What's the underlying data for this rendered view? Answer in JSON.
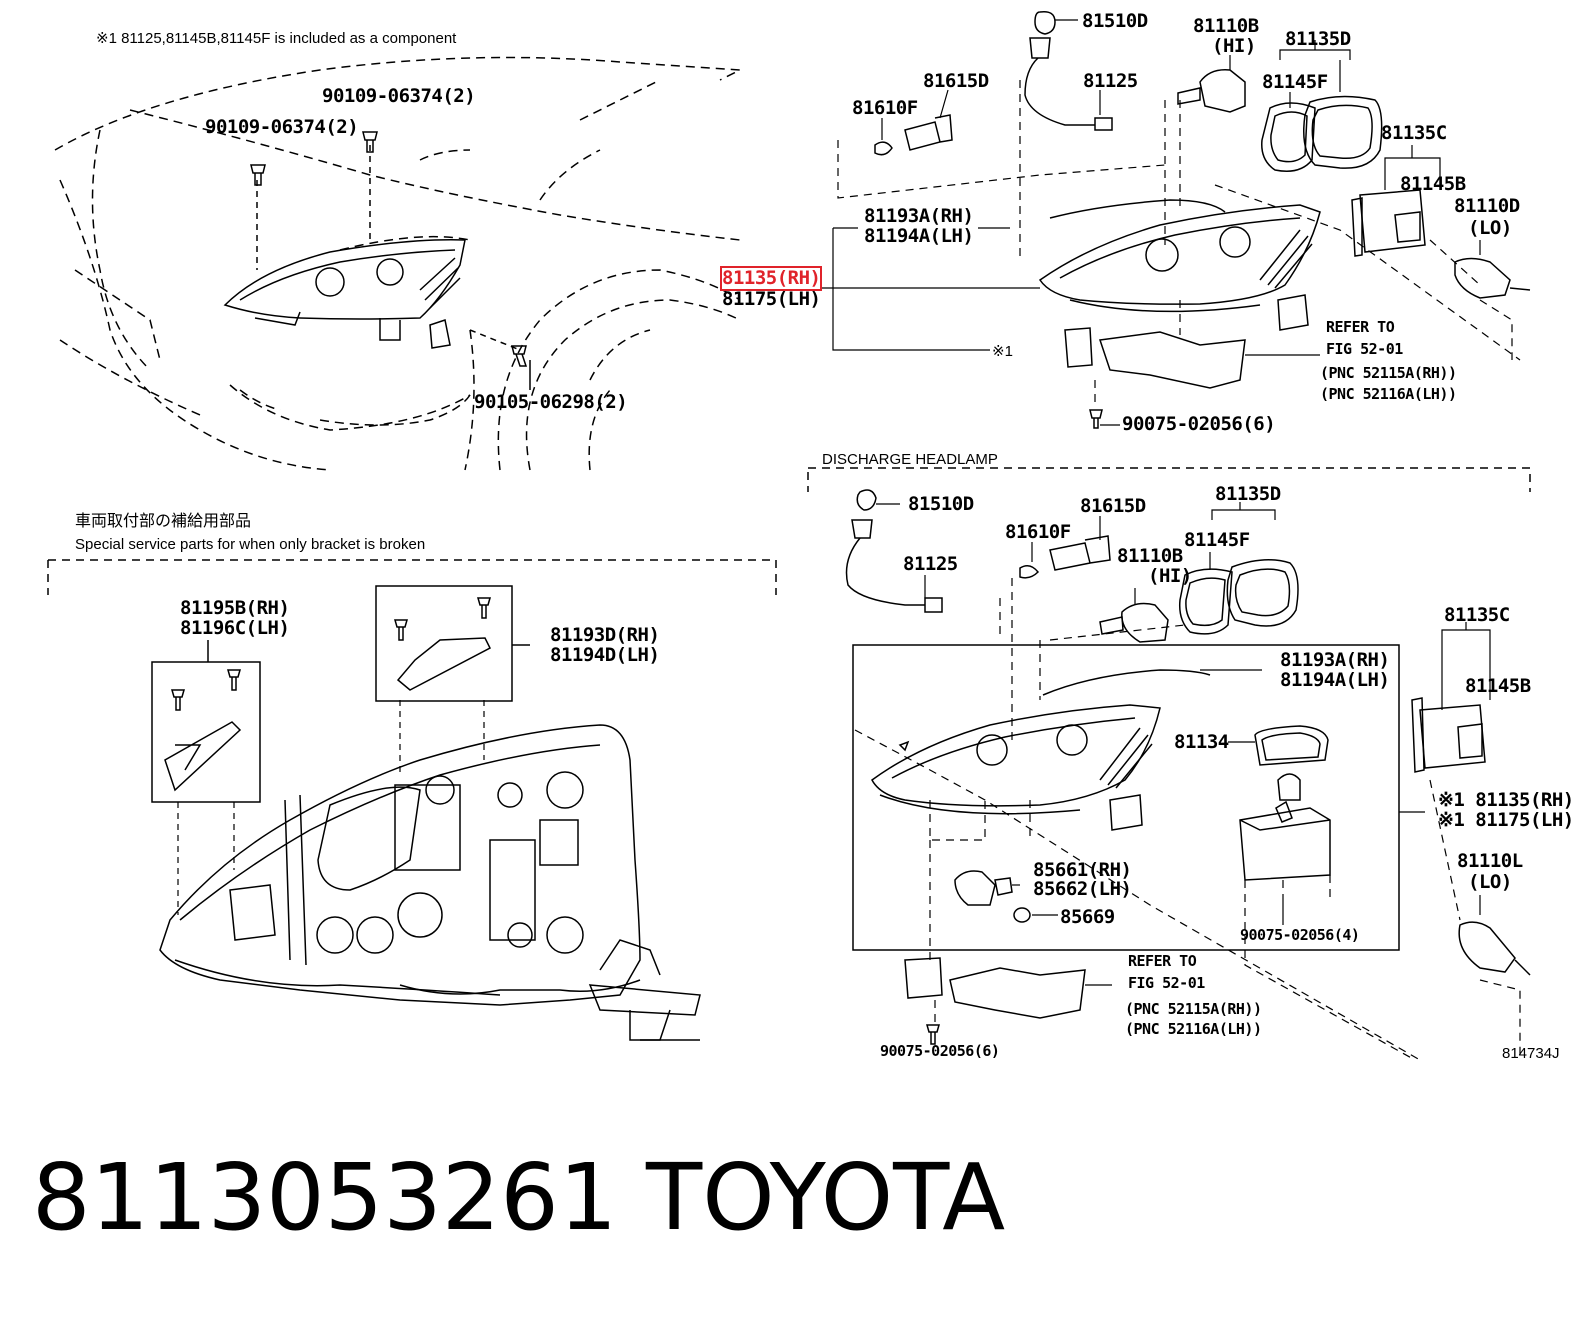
{
  "top_note": "※1 81125,81145B,81145F is included as a component",
  "upper": {
    "left_labels": {
      "b1": "90109-06374(2)",
      "b2": "90109-06374(2)",
      "b3": "90105-06298(2)"
    },
    "lamp_labels": {
      "l81510d": "81510D",
      "l81110b": "81110B",
      "l81110b_hi": "(HI)",
      "l81135d": "81135D",
      "l81615d": "81615D",
      "l81125": "81125",
      "l81145f": "81145F",
      "l81610f": "81610F",
      "l81135c": "81135C",
      "l81145b": "81145B",
      "l81193a": "81193A(RH)",
      "l81194a": "81194A(LH)",
      "l81110d": "81110D",
      "l81110d_lo": "(LO)",
      "l81135rh": "81135(RH)",
      "l81175lh": "81175(LH)",
      "mark1": "※1",
      "refer": "REFER TO",
      "fig": "FIG 52-01",
      "pnc1": "(PNC 52115A(RH))",
      "pnc2": "(PNC 52116A(LH))",
      "bolt": "90075-02056(6)"
    }
  },
  "lower_left": {
    "jp_title": "車両取付部の補給用部品",
    "en_title": "Special service parts for when only bracket is broken",
    "l81195b": "81195B(RH)",
    "l81196c": "81196C(LH)",
    "l81193d": "81193D(RH)",
    "l81194d": "81194D(LH)"
  },
  "discharge": {
    "title": "DISCHARGE HEADLAMP",
    "l81510d": "81510D",
    "l81615d": "81615D",
    "l81135d": "81135D",
    "l81610f": "81610F",
    "l81145f": "81145F",
    "l81125": "81125",
    "l81110b": "81110B",
    "l81110b_hi": "(HI)",
    "l81135c": "81135C",
    "l81193a": "81193A(RH)",
    "l81194a": "81194A(LH)",
    "l81145b": "81145B",
    "l81134": "81134",
    "l81135rh": "※1 81135(RH)",
    "l81175lh": "※1 81175(LH)",
    "l85661": "85661(RH)",
    "l85662": "85662(LH)",
    "l85669": "85669",
    "l81110l": "81110L",
    "l81110l_lo": "(LO)",
    "bolt4": "90075-02056(4)",
    "refer": "REFER TO",
    "fig": "FIG 52-01",
    "pnc1": "(PNC 52115A(RH))",
    "pnc2": "(PNC 52116A(LH))",
    "bolt6": "90075-02056(6)",
    "ref_code": "814734J"
  },
  "caption": {
    "part_number": "8113053261",
    "brand": "TOYOTA"
  },
  "colors": {
    "line": "#000000",
    "highlight": "#e0232a",
    "background": "#ffffff"
  }
}
